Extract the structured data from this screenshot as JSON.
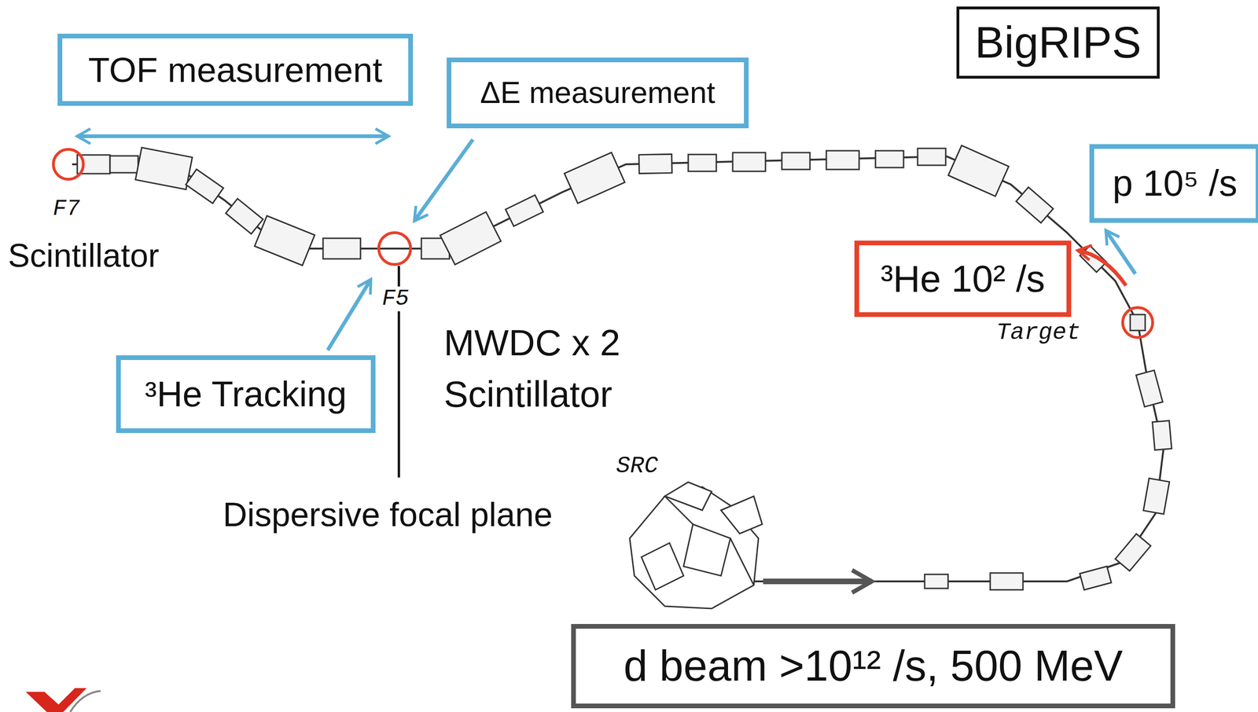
{
  "diagram": {
    "nodes": [
      {
        "text": [
          "BigRIPS"
        ]
      },
      {
        "text": [
          "TOF measurement"
        ]
      },
      {
        "text": [
          "ΔE measurement"
        ]
      },
      {
        "text": [
          "p 10⁵ /s"
        ]
      },
      {
        "text": [
          "³He 10² /s"
        ]
      },
      {
        "text": [
          "³He Tracking"
        ]
      },
      {
        "text": [
          "d beam >10¹² /s, 500 MeV"
        ]
      }
    ],
    "labels": [
      "F7",
      "Scintillator",
      "F5",
      "Target",
      "MWDC x 2",
      "Scintillator",
      "SRC",
      "Dispersive focal plane"
    ]
  }
}
